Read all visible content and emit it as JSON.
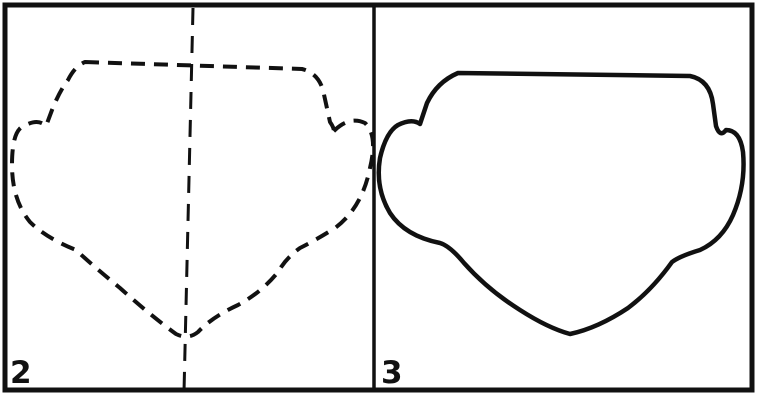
{
  "figure": {
    "panels": [
      {
        "number": "2",
        "outline_style": "dashed",
        "center_line": true
      },
      {
        "number": "3",
        "outline_style": "solid",
        "center_line": false
      }
    ],
    "colors": {
      "ink": "#111111",
      "paper": "#ffffff"
    }
  }
}
